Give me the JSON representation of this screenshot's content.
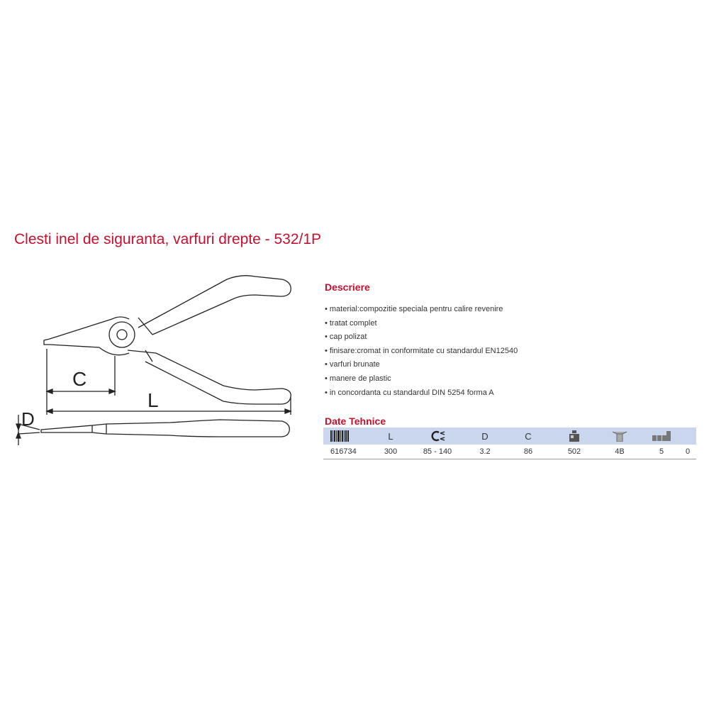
{
  "product": {
    "title": "Clesti inel de siguranta, varfuri drepte - 532/1P"
  },
  "drawing": {
    "label_c": "C",
    "label_l": "L",
    "label_d": "D"
  },
  "description": {
    "heading": "Descriere",
    "items": [
      "material:compozitie speciala pentru calire revenire",
      "tratat complet",
      "cap polizat",
      "finisare:cromat in conformitate cu standardul EN12540",
      "varfuri brunate",
      "manere de plastic",
      "in concordanta cu standardul DIN 5254 forma A"
    ]
  },
  "technical": {
    "heading": "Date Tehnice",
    "headers": [
      {
        "icon": "barcode-icon"
      },
      {
        "text": "L"
      },
      {
        "icon": "ring-range-icon"
      },
      {
        "text": "D"
      },
      {
        "text": "C"
      },
      {
        "icon": "weight-icon"
      },
      {
        "icon": "package-icon"
      },
      {
        "icon": "pack-quantity-icon"
      },
      {
        "text": ""
      }
    ],
    "row": [
      "616734",
      "300",
      "85 - 140",
      "3.2",
      "86",
      "502",
      "4B",
      "5",
      "0"
    ]
  }
}
